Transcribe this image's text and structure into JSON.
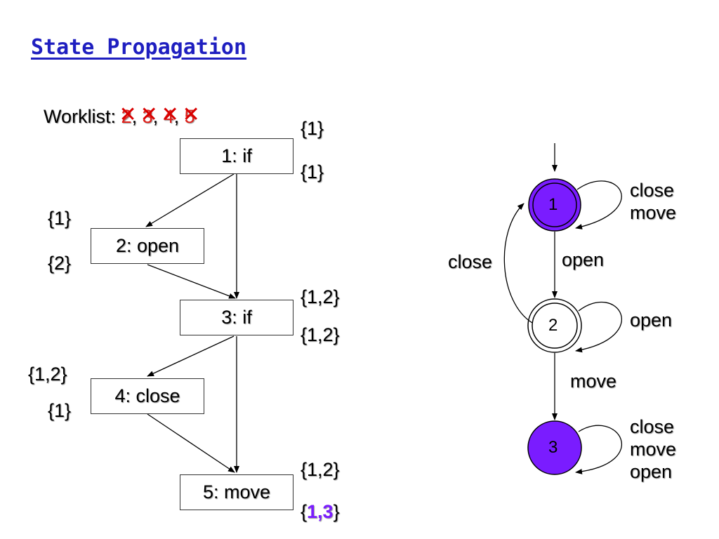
{
  "title": "State Propagation",
  "worklist": {
    "label": "Worklist:",
    "items": [
      "2",
      "3",
      "4",
      "5"
    ],
    "separator": ", "
  },
  "cfg": {
    "nodes": [
      {
        "label": "1: if",
        "in": "{1}",
        "out": "{1}"
      },
      {
        "label": "2: open",
        "in": "{1}",
        "out": "{2}"
      },
      {
        "label": "3: if",
        "in": "{1,2}",
        "out": "{1,2}"
      },
      {
        "label": "4: close",
        "in": "{1,2}",
        "out": "{1}"
      },
      {
        "label": "5: move",
        "in": "{1,2}",
        "out_prefix": "{",
        "out_highlight": "1,3",
        "out_suffix": "}"
      }
    ]
  },
  "fsm": {
    "states": [
      "1",
      "2",
      "3"
    ],
    "self_loops": {
      "s1": [
        "close",
        "move"
      ],
      "s2": [
        "open"
      ],
      "s3": [
        "close",
        "move",
        "open"
      ]
    },
    "edges": {
      "s1_to_s2": "open",
      "s2_to_s3": "move",
      "s2_to_s1": "close"
    }
  },
  "colors": {
    "title": "#1f1fc0",
    "cross": "#d80000",
    "state_fill": "#7a1cff",
    "highlight": "#7a1cff"
  }
}
